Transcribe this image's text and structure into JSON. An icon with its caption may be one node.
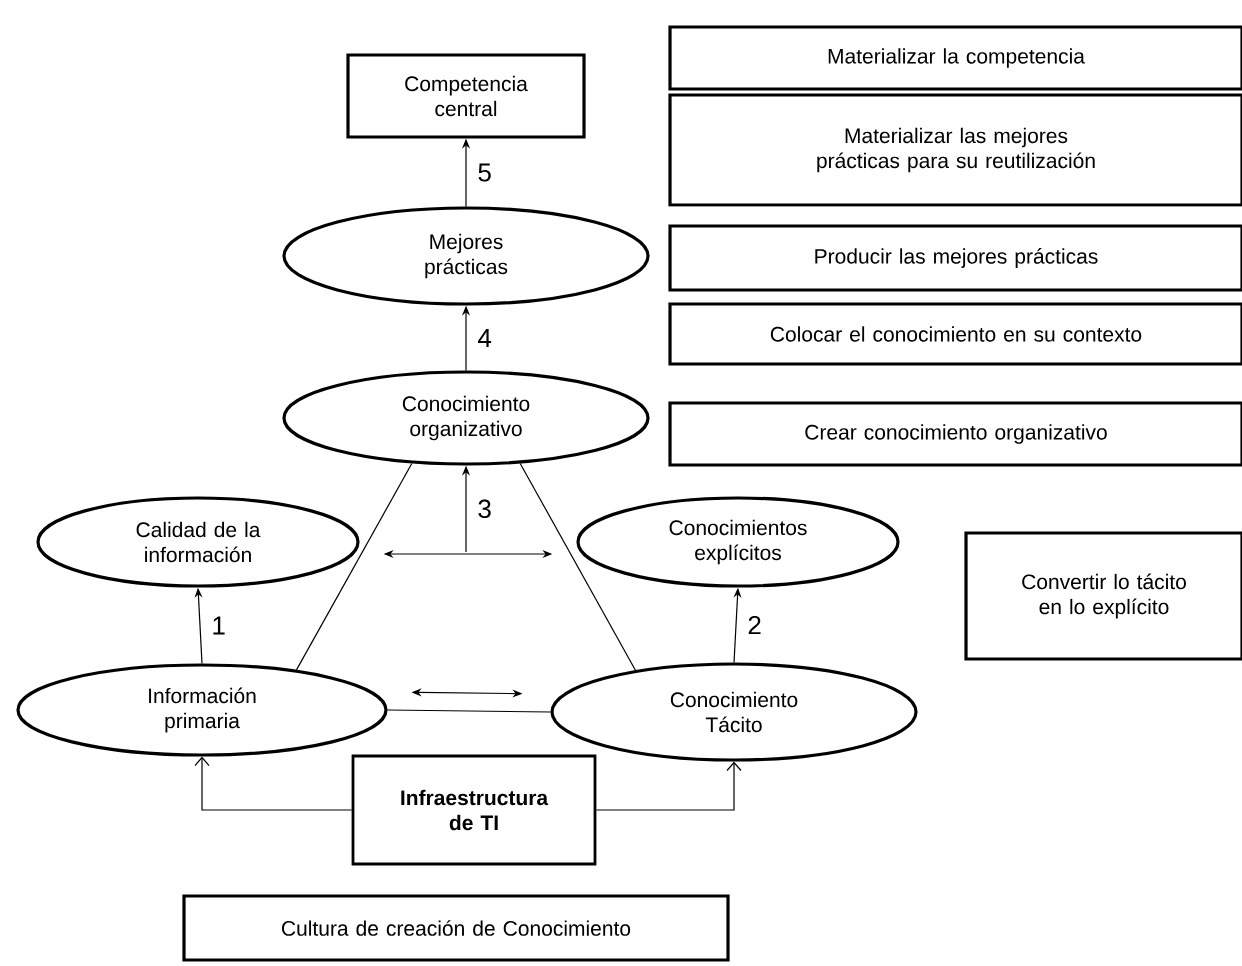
{
  "diagram": {
    "nodes": [
      {
        "text": [
          "Competencia central"
        ]
      },
      {
        "text": [
          "Materializar la competencia"
        ]
      },
      {
        "text": [
          "Materializar las mejores prácticas para su reutilización"
        ]
      },
      {
        "text": [
          "Mejores prácticas"
        ]
      },
      {
        "text": [
          "Producir las mejores prácticas"
        ]
      },
      {
        "text": [
          "Colocar el conocimiento en su contexto"
        ]
      },
      {
        "text": [
          "Conocimiento organizativo"
        ]
      },
      {
        "text": [
          "Crear conocimiento organizativo"
        ]
      },
      {
        "text": [
          "Calidad de la información"
        ]
      },
      {
        "text": [
          "Conocimientos explícitos"
        ]
      },
      {
        "text": [
          "Convertir lo tácito en lo explícito"
        ]
      },
      {
        "text": [
          "Información primaria"
        ]
      },
      {
        "text": [
          "Conocimiento Tácito"
        ]
      },
      {
        "text": [
          "Infraestructura de TI"
        ]
      },
      {
        "text": [
          "Cultura de creación de Conocimiento"
        ]
      }
    ],
    "edges": [
      {
        "from": 3,
        "to": 0,
        "arrow": "to",
        "label": "5"
      },
      {
        "from": 6,
        "to": 3,
        "arrow": "to",
        "label": "4"
      },
      {
        "from": 11,
        "to": 8,
        "arrow": "to",
        "label": "1"
      },
      {
        "from": 12,
        "to": 9,
        "arrow": "to",
        "label": "2"
      },
      {
        "from": 11,
        "to": 6,
        "arrow": "none"
      },
      {
        "from": 12,
        "to": 6,
        "arrow": "none"
      },
      {
        "from": 11,
        "to": 12,
        "arrow": "none"
      },
      {
        "from": 8,
        "to": 9,
        "arrow": "both"
      },
      {
        "from": null,
        "to": 6,
        "arrow": "to",
        "label": "3"
      },
      {
        "from": 11,
        "to": 12,
        "arrow": "both"
      },
      {
        "from": 13,
        "to": 11,
        "arrow": "to"
      },
      {
        "from": 13,
        "to": 12,
        "arrow": "to"
      }
    ]
  }
}
